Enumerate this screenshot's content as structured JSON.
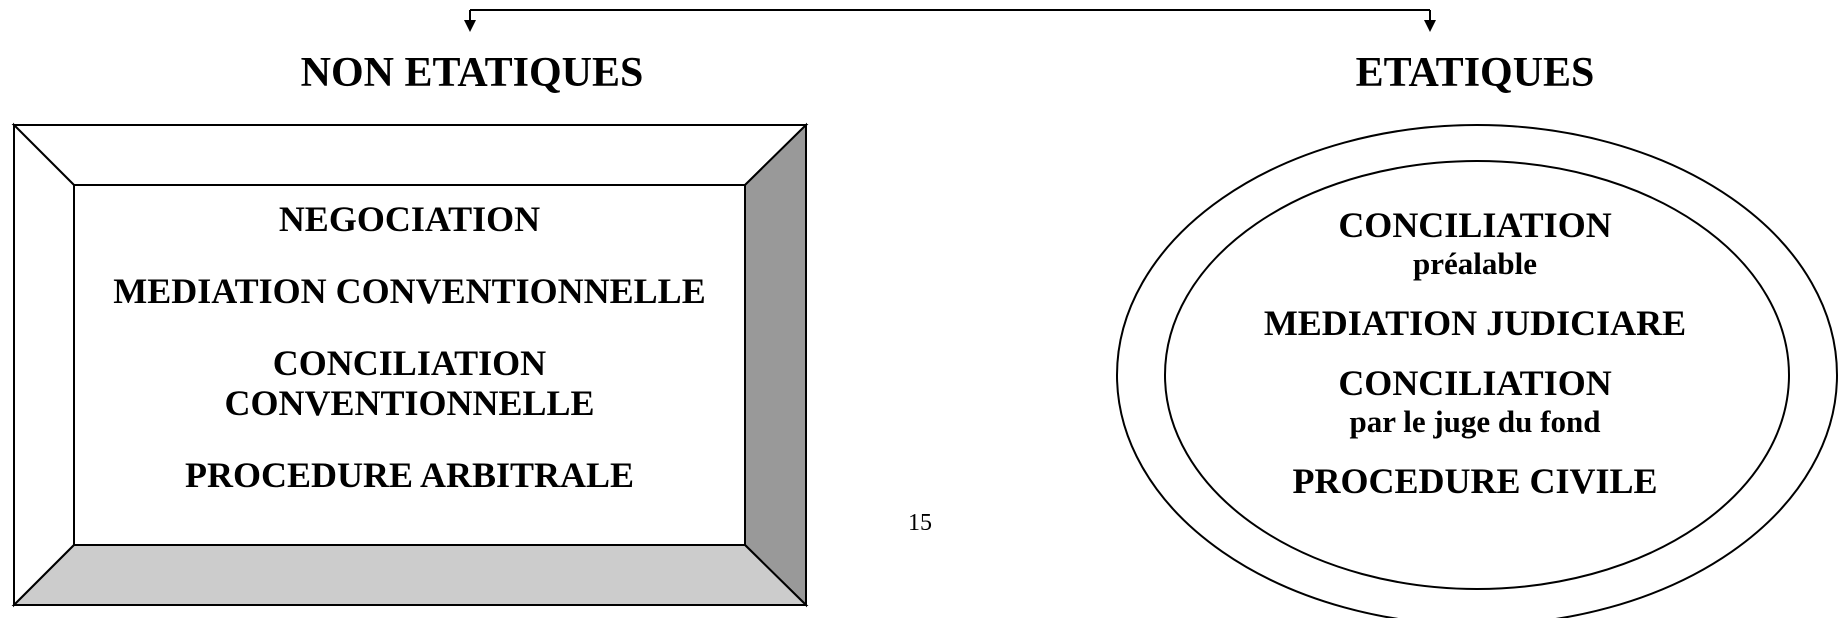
{
  "headings": {
    "left": "NON ETATIQUES",
    "right": "ETATIQUES"
  },
  "non_etatiques": {
    "items": [
      [
        "NEGOCIATION"
      ],
      [
        "MEDIATION CONVENTIONNELLE"
      ],
      [
        "CONCILIATION",
        "CONVENTIONNELLE"
      ],
      [
        "PROCEDURE ARBITRALE"
      ]
    ]
  },
  "etatiques": {
    "items": [
      {
        "main": "CONCILIATION",
        "sub": "préalable"
      },
      {
        "main": "MEDIATION JUDICIARE",
        "sub": ""
      },
      {
        "main": "CONCILIATION",
        "sub": "par le juge du fond"
      },
      {
        "main": "PROCEDURE CIVILE",
        "sub": ""
      }
    ]
  },
  "page_number": "15",
  "colors": {
    "bevel_right": "#999999",
    "bevel_bottom": "#cccccc",
    "stroke": "#000000"
  }
}
